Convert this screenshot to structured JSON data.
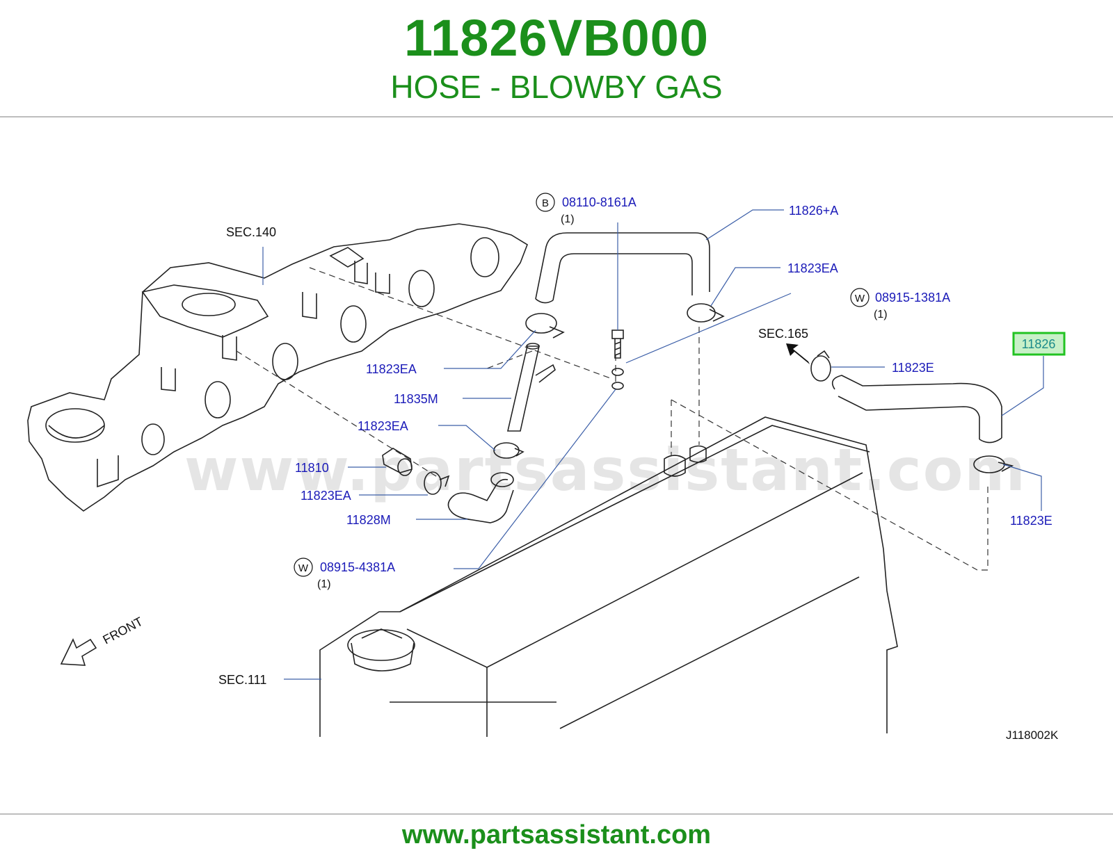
{
  "header": {
    "part_number": "11826VB000",
    "part_name": "HOSE - BLOWBY GAS"
  },
  "diagram": {
    "code": "J118002K",
    "watermark": "www.partsassistant.com",
    "front_label": "FRONT",
    "sections": {
      "sec140": "SEC.140",
      "sec165": "SEC.165",
      "sec111": "SEC.111"
    },
    "callouts": {
      "bolt": {
        "prefix": "B",
        "part": "08110-8161A",
        "qty": "(1)"
      },
      "washer_top": {
        "prefix": "W",
        "part": "08915-1381A",
        "qty": "(1)"
      },
      "washer_bottom": {
        "prefix": "W",
        "part": "08915-4381A",
        "qty": "(1)"
      },
      "hose_upper": "11826+A",
      "clamp_upper_right": "11823EA",
      "clamp_upper_left": "11823EA",
      "pipe": "11835M",
      "clamp_mid": "11823EA",
      "valve": "11810",
      "clamp_lower": "11823EA",
      "hose_lower": "11828M",
      "clamp_sec165": "11823E",
      "highlighted_part": "11826",
      "clamp_right_lower": "11823E"
    },
    "colors": {
      "title_green": "#1b8f1b",
      "label_blue": "#1a1ab8",
      "highlight_green": "#22c322"
    }
  },
  "footer": {
    "url": "www.partsassistant.com"
  }
}
